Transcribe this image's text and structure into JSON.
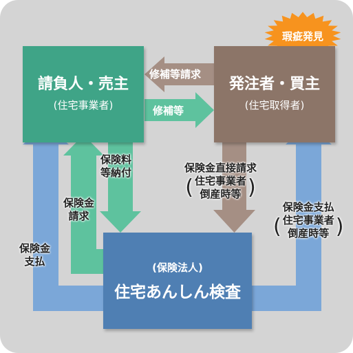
{
  "badge": {
    "text": "瑕疵発見",
    "color": "#f7931e"
  },
  "contractor": {
    "title": "請負人・売主",
    "subtitle": "(住宅事業者)",
    "color": "#3fa487"
  },
  "orderer": {
    "title": "発注者・買主",
    "subtitle": "(住宅取得者)",
    "color": "#8c7568"
  },
  "insurer": {
    "subtitle": "(保険法人)",
    "title": "住宅あんしん検査",
    "color": "#4f7fb3"
  },
  "arrows": {
    "repair_request": "修補等請求",
    "repair": "修補等",
    "premium": [
      "保険料",
      "等納付"
    ],
    "claim": [
      "保険金",
      "請求"
    ],
    "payout_contractor": [
      "保険金",
      "支払"
    ],
    "direct_claim": [
      "保険金直接請求",
      "住宅事業者",
      "倒産時等"
    ],
    "payout_orderer": [
      "保険金支払",
      "住宅事業者",
      "倒産時等"
    ]
  },
  "colors": {
    "green_arrow": "#5ec29e",
    "blue_arrow": "#7ba7d8",
    "brown_arrow": "#a58f84",
    "background": "#d4d4d4"
  }
}
